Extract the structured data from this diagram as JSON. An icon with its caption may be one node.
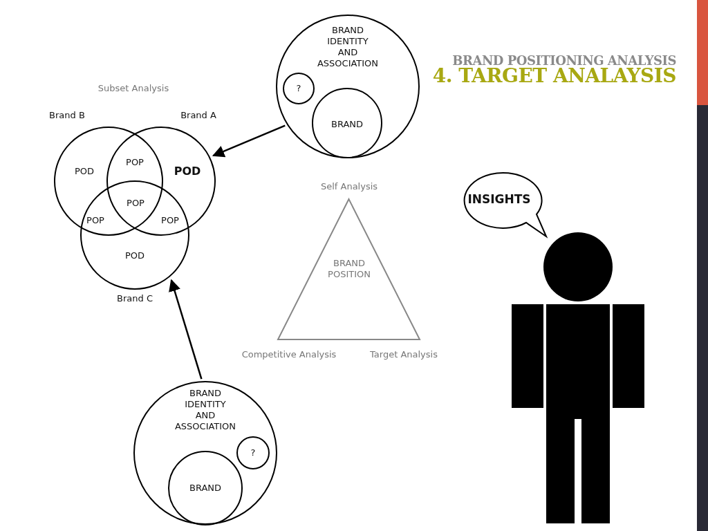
{
  "diagram": {
    "title": "BRAND POSITIONING ANALYSIS",
    "nodes": [
      {
        "text": [
          "BRAND IDENTITY AND ASSOCIATION"
        ]
      },
      {
        "text": [
          "?"
        ],
        "in": 0
      },
      {
        "text": [
          "BRAND"
        ],
        "in": 0
      },
      {
        "text": [
          "Brand B",
          "POD"
        ]
      },
      {
        "text": [
          "Brand A",
          "POD"
        ]
      },
      {
        "text": [
          "POD",
          "Brand C"
        ]
      },
      {
        "text": [
          "BRAND IDENTITY AND ASSOCIATION"
        ]
      },
      {
        "text": [
          "?"
        ],
        "in": 6
      },
      {
        "text": [
          "BRAND"
        ],
        "in": 6
      },
      {
        "text": [
          "BRAND POSITION"
        ],
        "beside": [
          "Self Analysis",
          "Competitive Analysis",
          "Target Analysis"
        ]
      },
      {
        "text": [
          "INSIGHTS"
        ]
      }
    ],
    "edges": [
      {
        "from": 0,
        "to": 4,
        "arrow": "to"
      },
      {
        "from": 6,
        "to": 5,
        "arrow": "to"
      }
    ],
    "labels": [
      "4. TARGET ANALAYSIS",
      "Subset Analysis",
      "POP",
      "POP",
      "POP",
      "POP"
    ]
  }
}
